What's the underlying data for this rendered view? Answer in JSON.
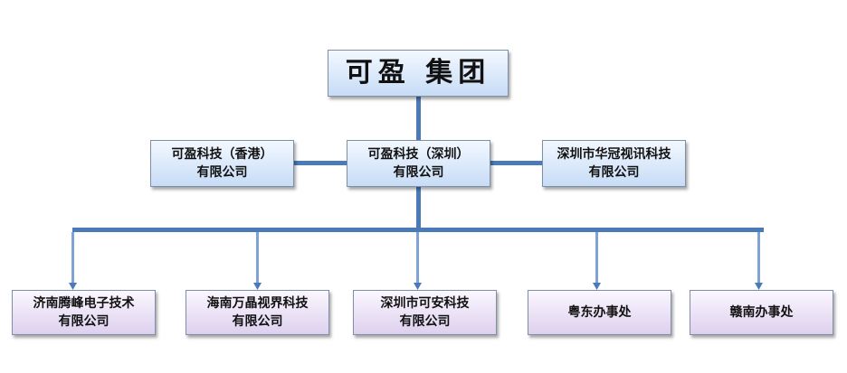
{
  "chart_data": {
    "type": "org-chart",
    "root": {
      "label": "可盈 集团"
    },
    "second_level": [
      {
        "label": "可盈科技（香港）\n有限公司"
      },
      {
        "label": "可盈科技（深圳）\n有限公司"
      },
      {
        "label": "深圳市华冠视讯科技\n有限公司"
      }
    ],
    "third_level": [
      {
        "label": "济南腾峰电子技术\n有限公司"
      },
      {
        "label": "海南万晶视界科技\n有限公司"
      },
      {
        "label": "深圳市可安科技\n有限公司"
      },
      {
        "label": "粤东办事处"
      },
      {
        "label": "赣南办事处"
      }
    ]
  },
  "colors": {
    "connector": "#4a7ab8",
    "blue_box_top": "#f3f8ff",
    "blue_box_bottom": "#c7dcf6",
    "purple_box_top": "#fbf7ff",
    "purple_box_bottom": "#ddd0ee"
  }
}
